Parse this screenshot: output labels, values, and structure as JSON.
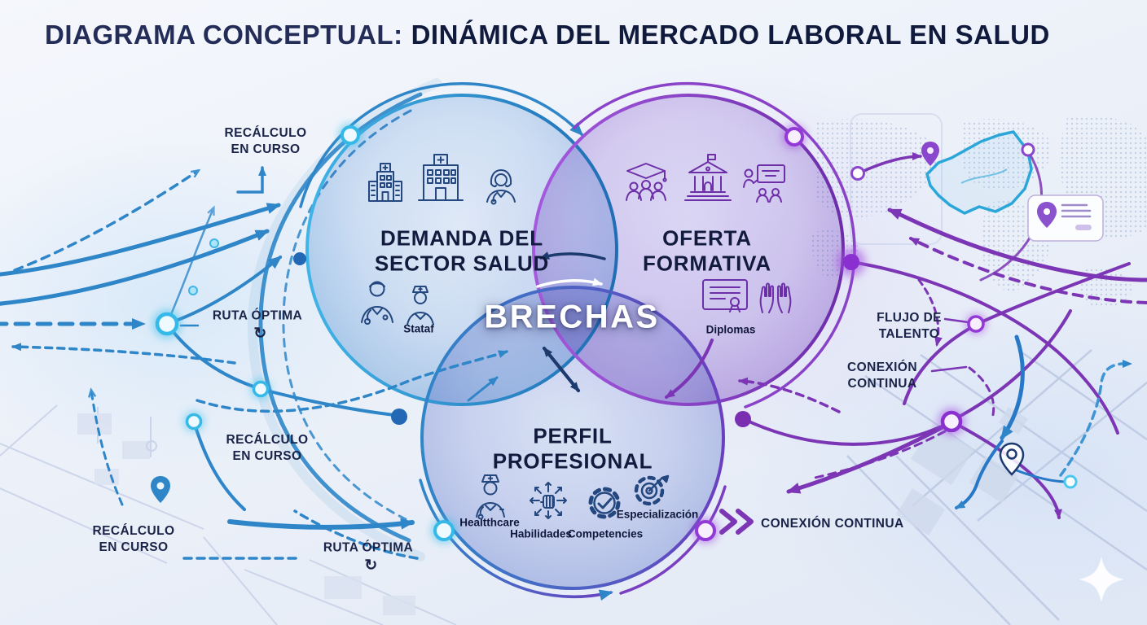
{
  "title": {
    "prefix": "DIAGRAMA CONCEPTUAL:",
    "main": "DINÁMICA DEL MERCADO LABORAL EN SALUD"
  },
  "venn": {
    "center_label": "BRECHAS",
    "demanda": {
      "line1": "DEMANDA DEL",
      "line2": "SECTOR SALUD",
      "icon_caption": "Stataf"
    },
    "oferta": {
      "line1": "OFERTA",
      "line2": "FORMATIVA",
      "icon_caption": "Diplomas"
    },
    "perfil": {
      "line1": "PERFIL",
      "line2": "PROFESIONAL",
      "captions": [
        "Healtthcare",
        "Habilidades",
        "Competencies",
        "Especialización"
      ]
    }
  },
  "left_labels": {
    "recalculo_top_1": "RECÁLCULO",
    "recalculo_top_2": "EN CURSO",
    "ruta_optima_mid": "RUTA ÓPTIMA",
    "recalculo_mid_1": "RECÁLCULO",
    "recalculo_mid_2": "EN CURSO",
    "recalculo_bottom_1": "RECÁLCULO",
    "recalculo_bottom_2": "EN CURSO",
    "ruta_optima_bottom": "RUTA ÓPTIMA",
    "refresh_glyph": "↻"
  },
  "right_labels": {
    "flujo_1": "FLUJO DE",
    "flujo_2": "TALENTO",
    "conexion_1": "CONEXIÓN",
    "conexion_2": "CONTINUA",
    "conexion_bottom": "CONEXIÓN CONTINUA"
  },
  "colors": {
    "blue": "#2e86c9",
    "cyan": "#3fc0ea",
    "purple": "#7b35b5",
    "navy": "#1d3a6e",
    "teal_outline": "#2ba6d9",
    "text": "#1a2348"
  }
}
